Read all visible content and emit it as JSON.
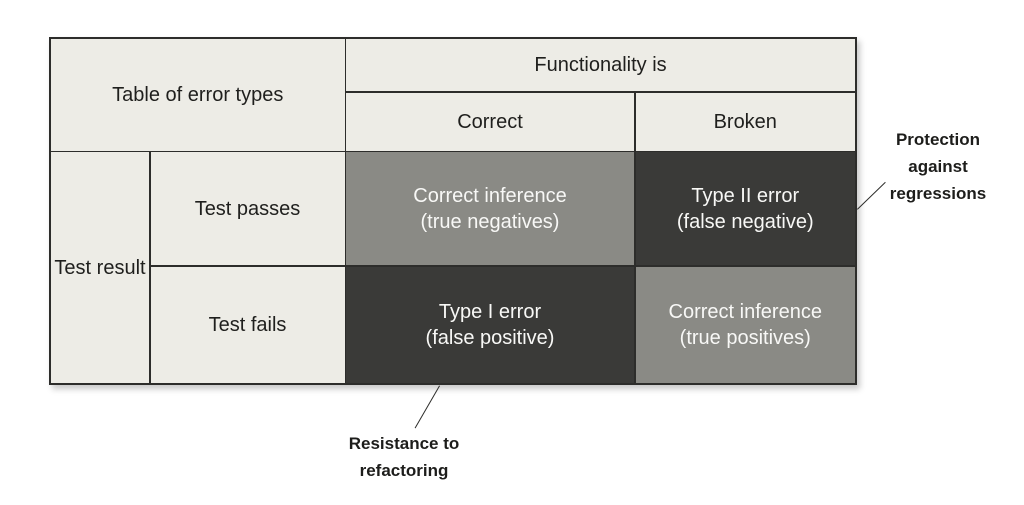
{
  "table": {
    "corner_label": "Table of error types",
    "column_group": "Functionality is",
    "columns": [
      "Correct",
      "Broken"
    ],
    "row_group": "Test result",
    "rows": [
      "Test passes",
      "Test fails"
    ],
    "cells": {
      "passes_correct": "Correct inference\n(true negatives)",
      "passes_broken": "Type II error\n(false negative)",
      "fails_correct": "Type I error\n(false positive)",
      "fails_broken": "Correct inference\n(true positives)"
    }
  },
  "annotations": {
    "protection": "Protection\nagainst\nregressions",
    "resistance": "Resistance to\nrefactoring"
  },
  "colors": {
    "light_cell": "#edece6",
    "gray_cell": "#8a8a85",
    "dark_cell": "#3a3a38",
    "grid_line": "#2d2d2b",
    "dark_text": "#1f1f1d",
    "light_text": "#f8f8f6"
  }
}
